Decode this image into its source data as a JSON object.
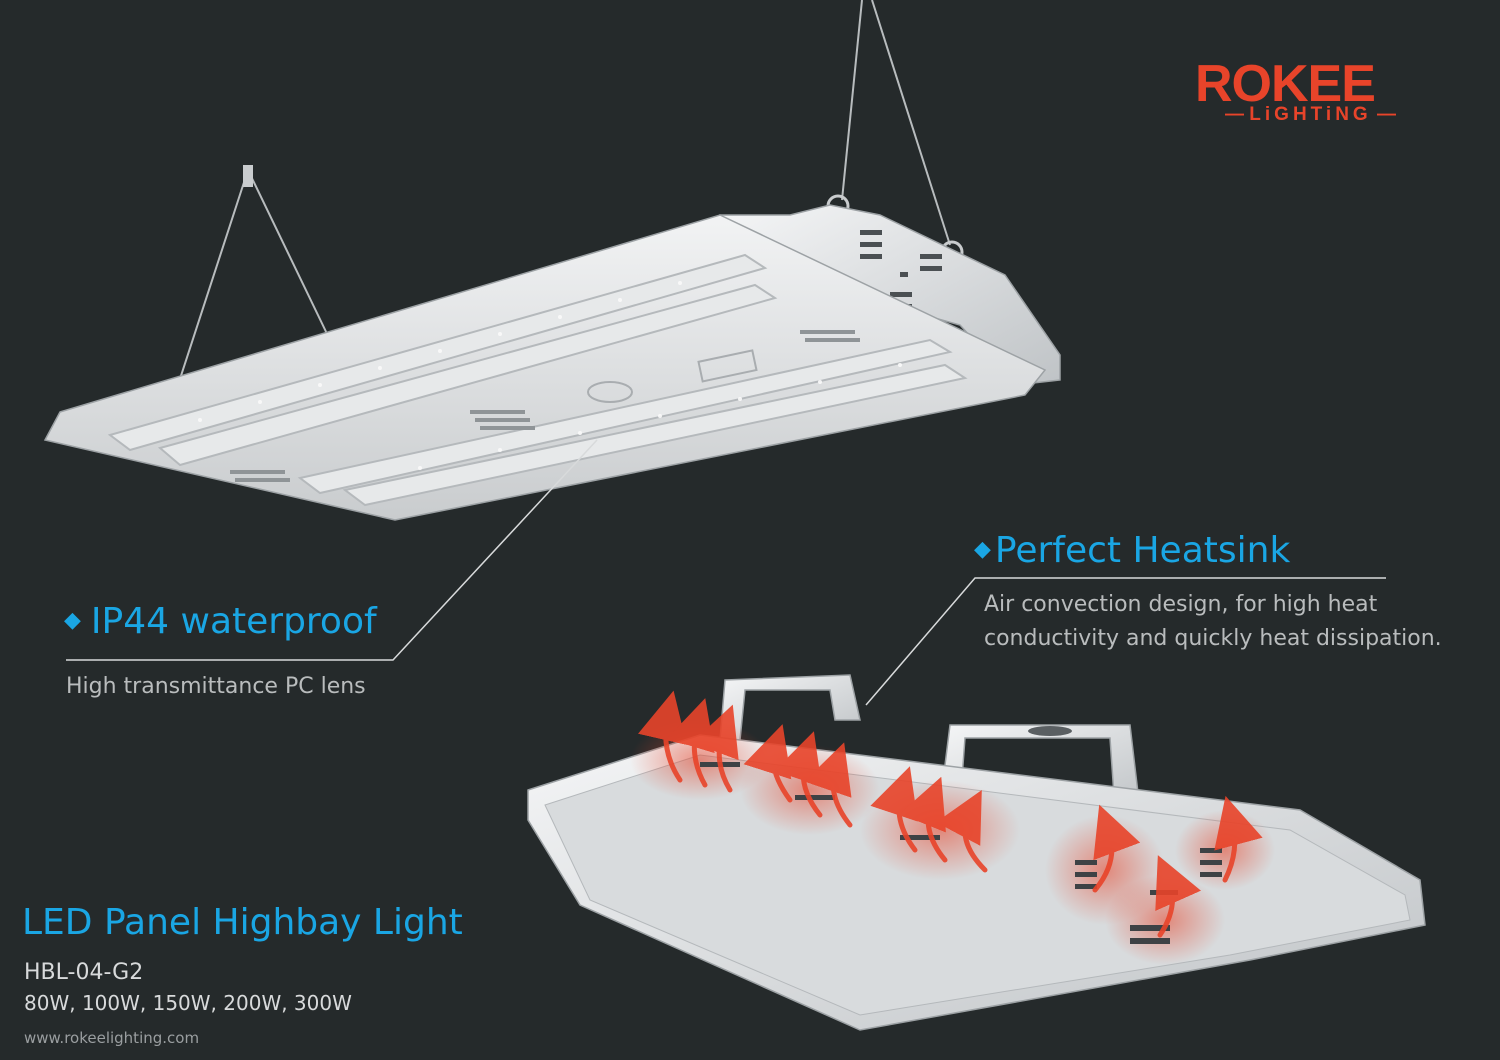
{
  "brand": {
    "name": "ROKEE",
    "tagline": "LiGHTiNG",
    "logo_color": "#e8442a"
  },
  "features": [
    {
      "bullet": "◆",
      "title": "IP44 waterproof",
      "description_lines": [
        "High transmittance PC lens"
      ]
    },
    {
      "bullet": "◆",
      "title": "Perfect Heatsink",
      "description_lines": [
        "Air convection design, for high heat",
        "conductivity and quickly heat dissipation."
      ]
    }
  ],
  "product": {
    "name": "LED Panel Highbay Light",
    "model": "HBL-04-G2",
    "wattages": "80W, 100W, 150W, 200W, 300W"
  },
  "website": "www.rokeelighting.com",
  "colors": {
    "background": "#252a2b",
    "accent_blue": "#1aa6e4",
    "heat_arrow": "#e8442a"
  }
}
